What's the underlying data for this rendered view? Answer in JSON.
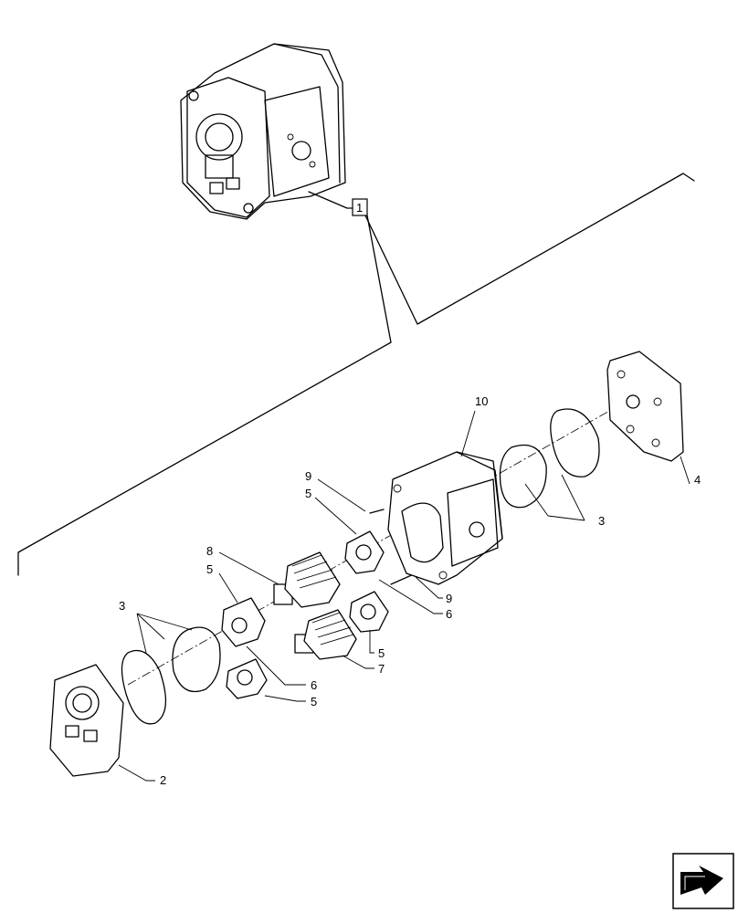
{
  "diagram": {
    "callouts": {
      "assembly": "1",
      "body": "10",
      "pin_upper": "9",
      "bushing_upper": "5",
      "drive_gear": "8",
      "bushing_left": "5",
      "seal_kit_left": "3",
      "front_cover": "2",
      "key_lower": "6",
      "bushing_lower_left": "5",
      "pin_lower": "9",
      "key_upper": "6",
      "bushing_right": "5",
      "driven_gear": "7",
      "seal_kit_right": "3",
      "rear_cover": "4"
    },
    "nav_icon": "next-page-arrow-icon"
  }
}
